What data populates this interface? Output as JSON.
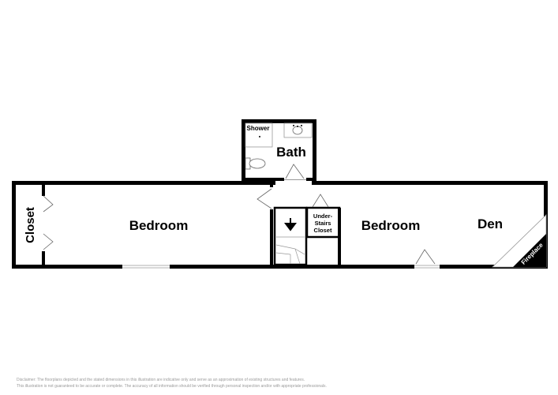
{
  "rooms": {
    "closet": "Closet",
    "bedroom_left": "Bedroom",
    "shower": "Shower",
    "bath": "Bath",
    "under_stairs_1": "Under-",
    "under_stairs_2": "Stairs",
    "under_stairs_3": "Closet",
    "bedroom_right": "Bedroom",
    "den": "Den",
    "fireplace": "Fireplace"
  },
  "disclaimer": {
    "line1": "Disclaimer: The floorplans depicted and the stated dimensions in this illustration are indicative only and serve as an approximation of existing structures and features.",
    "line2": "This illustration is not guaranteed to be accurate or complete. The accuracy of all information should be verified through personal inspection and/or with appropriate professionals."
  },
  "colors": {
    "wall": "#000000",
    "fill": "#ffffff",
    "fixture": "#999999",
    "disclaimer": "#9a9a9a"
  }
}
